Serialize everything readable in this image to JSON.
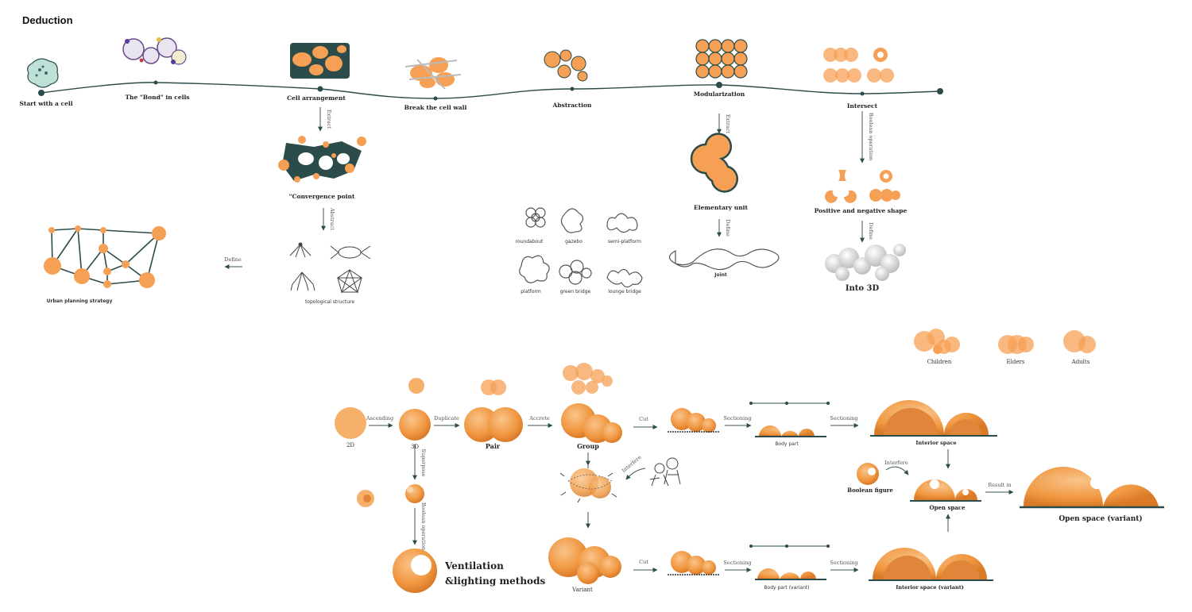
{
  "title": "Deduction",
  "colors": {
    "orange": "#f5a054",
    "dark": "#2c4b4b"
  },
  "timeline": {
    "stages": [
      {
        "label": "Start with a cell"
      },
      {
        "label": "The \"Bond\" in cells"
      },
      {
        "label": "Cell arrangement"
      },
      {
        "label": "Break the cell wall"
      },
      {
        "label": "Abstraction"
      },
      {
        "label": "Modularization"
      },
      {
        "label": "Intersect"
      }
    ]
  },
  "extract_branch": {
    "extract": "Extract",
    "convergence": "\"Convergence point",
    "abstract": "Abstract",
    "topological": "topological structure",
    "define": "Define",
    "urban": "Urban planning strategy"
  },
  "abstraction_types": [
    {
      "label": "roundabout"
    },
    {
      "label": "gazebo"
    },
    {
      "label": "semi-platform"
    },
    {
      "label": "platform"
    },
    {
      "label": "green bridge"
    },
    {
      "label": "lounge bridge"
    }
  ],
  "modular_branch": {
    "extract": "Extract",
    "elementary": "Elementary unit",
    "define": "Define",
    "joint": "Joint"
  },
  "intersect_branch": {
    "boolean": "Boolean operation",
    "posneg": "Positive and negative shape",
    "define": "Define",
    "into3d": "Into 3D"
  },
  "users": [
    {
      "label": "Children"
    },
    {
      "label": "Elders"
    },
    {
      "label": "Adults"
    }
  ],
  "process": {
    "ascending": "Ascending",
    "duplicate": "Duplicate",
    "accrete": "Accrete",
    "cut": "Cut",
    "sectioning": "Sectioning",
    "interfere": "Interfere",
    "superpose": "Superpose",
    "boolean_operation": "Boolean operation",
    "result_in": "Result in",
    "label_2d": "2D",
    "label_3d": "3D",
    "pair": "Pair",
    "group": "Group",
    "variant": "Variant",
    "body_part": "Body part",
    "body_part_variant": "Body part (variant)",
    "interior_space": "Interior space",
    "interior_space_variant": "Interior space (variant)",
    "boolean_figure": "Boolean figure",
    "open_space": "Open space",
    "open_space_variant": "Open space (variant)",
    "ventilation_1": "Ventilation",
    "ventilation_2": "&lighting methods"
  }
}
